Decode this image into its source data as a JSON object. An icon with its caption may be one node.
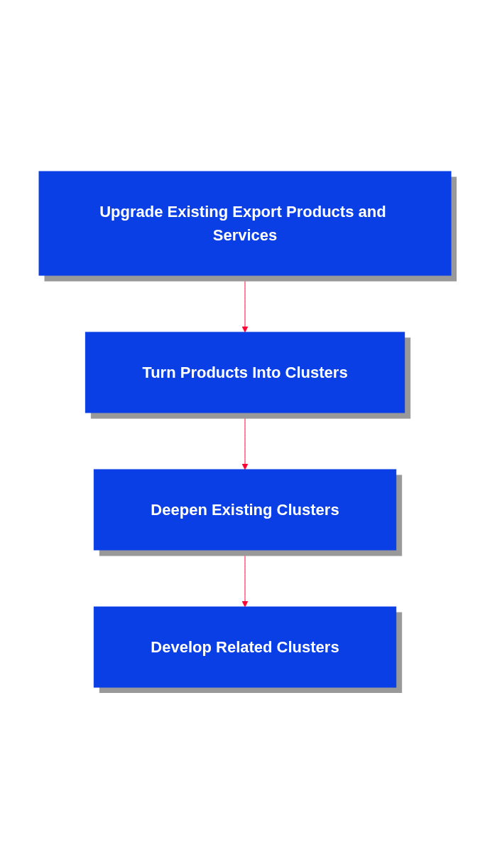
{
  "diagram": {
    "nodes": [
      {
        "text": [
          "Upgrade Existing Export Products and Services"
        ]
      },
      {
        "text": [
          "Turn Products Into Clusters"
        ]
      },
      {
        "text": [
          "Deepen Existing Clusters"
        ]
      },
      {
        "text": [
          "Develop Related Clusters"
        ]
      }
    ],
    "edges": [
      {
        "from": 0,
        "to": 1,
        "arrow": "to",
        "color": "#ff0033"
      },
      {
        "from": 1,
        "to": 2,
        "arrow": "to",
        "color": "#ff0033"
      },
      {
        "from": 2,
        "to": 3,
        "arrow": "to",
        "color": "#ff0033"
      }
    ]
  }
}
